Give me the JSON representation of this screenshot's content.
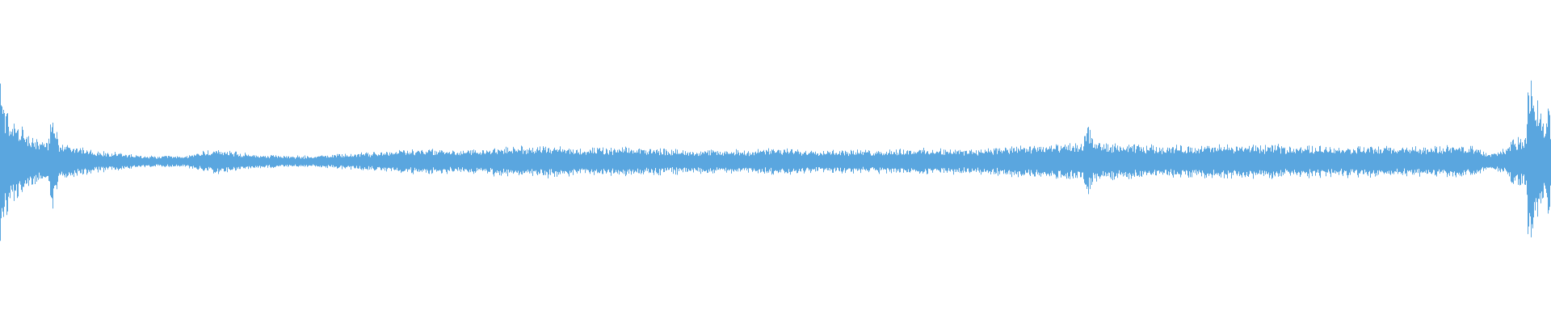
{
  "waveform": {
    "color": "#5aa6df",
    "background": "#ffffff",
    "amplitude_envelope": [
      [
        0.0,
        0.9
      ],
      [
        0.004,
        0.55
      ],
      [
        0.01,
        0.4
      ],
      [
        0.018,
        0.3
      ],
      [
        0.024,
        0.22
      ],
      [
        0.03,
        0.2
      ],
      [
        0.034,
        0.55
      ],
      [
        0.038,
        0.22
      ],
      [
        0.05,
        0.16
      ],
      [
        0.062,
        0.12
      ],
      [
        0.075,
        0.1
      ],
      [
        0.092,
        0.06
      ],
      [
        0.12,
        0.06
      ],
      [
        0.13,
        0.11
      ],
      [
        0.145,
        0.13
      ],
      [
        0.152,
        0.1
      ],
      [
        0.17,
        0.07
      ],
      [
        0.2,
        0.06
      ],
      [
        0.24,
        0.1
      ],
      [
        0.258,
        0.13
      ],
      [
        0.275,
        0.14
      ],
      [
        0.3,
        0.12
      ],
      [
        0.32,
        0.15
      ],
      [
        0.35,
        0.17
      ],
      [
        0.38,
        0.14
      ],
      [
        0.41,
        0.15
      ],
      [
        0.44,
        0.13
      ],
      [
        0.47,
        0.12
      ],
      [
        0.5,
        0.14
      ],
      [
        0.53,
        0.13
      ],
      [
        0.56,
        0.12
      ],
      [
        0.585,
        0.14
      ],
      [
        0.62,
        0.13
      ],
      [
        0.65,
        0.16
      ],
      [
        0.68,
        0.18
      ],
      [
        0.698,
        0.2
      ],
      [
        0.701,
        0.42
      ],
      [
        0.706,
        0.2
      ],
      [
        0.73,
        0.18
      ],
      [
        0.76,
        0.17
      ],
      [
        0.8,
        0.18
      ],
      [
        0.84,
        0.17
      ],
      [
        0.88,
        0.16
      ],
      [
        0.92,
        0.16
      ],
      [
        0.95,
        0.17
      ],
      [
        0.96,
        0.08
      ],
      [
        0.97,
        0.14
      ],
      [
        0.976,
        0.28
      ],
      [
        0.98,
        0.25
      ],
      [
        0.984,
        0.35
      ],
      [
        0.985,
        1.0
      ],
      [
        0.988,
        0.9
      ],
      [
        0.992,
        0.55
      ],
      [
        0.996,
        0.4
      ],
      [
        0.998,
        0.7
      ],
      [
        1.0,
        0.35
      ]
    ]
  }
}
